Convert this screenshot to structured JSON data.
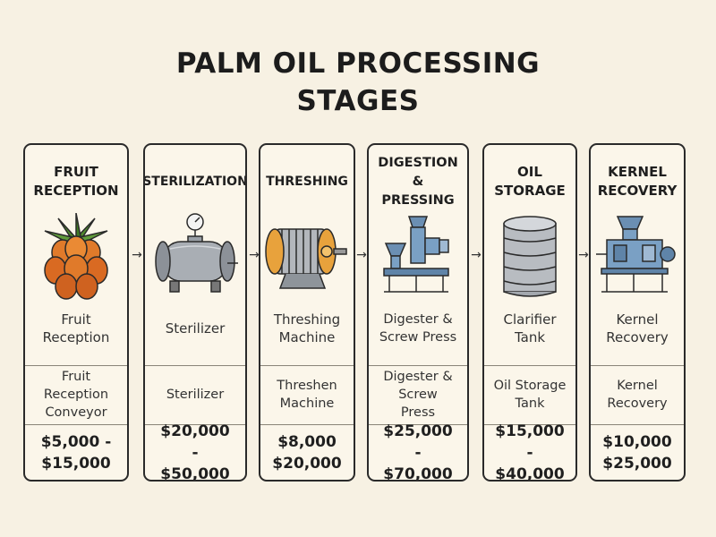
{
  "title_line1": "PALM OIL PROCESSING",
  "title_line2": "STAGES",
  "stages": [
    {
      "heading": "FRUIT RECEPTION",
      "machine": "Fruit Reception",
      "equipment": "Fruit Reception Conveyor",
      "price": "$5,000 - $15,000",
      "icon": "palm-fruit-icon"
    },
    {
      "heading": "STERILIZATION",
      "machine": "Sterilizer",
      "equipment": "Sterilizer",
      "price": "$20,000 - $50,000",
      "icon": "sterilizer-icon"
    },
    {
      "heading": "THRESHING",
      "machine": "Threshing Machine",
      "equipment": "Threshen Machine",
      "price": "$8,000 $20,000",
      "icon": "threshing-drum-icon"
    },
    {
      "heading": "DIGESTION & PRESSING",
      "machine": "Digester & Screw Press",
      "equipment": "Digester & Screw Press",
      "price": "$25,000 - $70,000",
      "icon": "digester-press-icon"
    },
    {
      "heading": "OIL STORAGE",
      "machine": "Clarifier Tank",
      "equipment": "Oil Storage Tank",
      "price": "$15,000 - $40,000",
      "icon": "storage-tank-icon"
    },
    {
      "heading": "KERNEL RECOVERY",
      "machine": "Kernel Recovery",
      "equipment": "Kernel Recovery",
      "price": "$10,000 $25,000",
      "icon": "kernel-machine-icon"
    }
  ],
  "arrow_glyph": "→"
}
